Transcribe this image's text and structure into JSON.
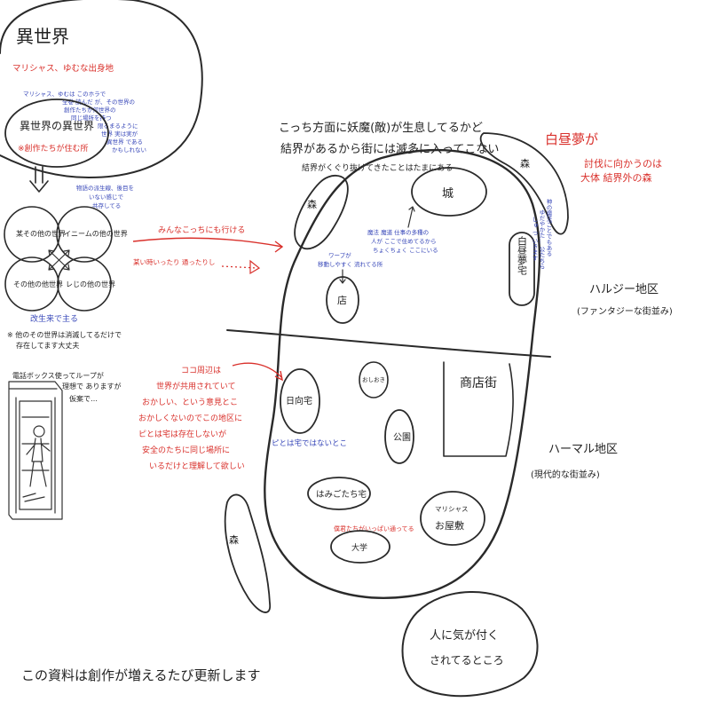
{
  "colors": {
    "ink": "#222222",
    "red": "#d9302b",
    "blue": "#3646b8",
    "paper": "#ffffff"
  },
  "left": {
    "title": "異世界",
    "origin_label": "マリシャス、ゆむな出身地",
    "note_lines": [
      "マリシャス、ゆむは このホラで",
      "全巻 読んだ が、その世界の",
      "創作たちが何世界の",
      "同じ場所を持つ",
      "限るまるように",
      "世界 実は実が",
      "異世界 である",
      "かもしれない"
    ],
    "big_circle_title": "異世界の異世界",
    "big_circle_sub": "※創作たちが住む所",
    "world_note_lines": [
      "物語の派生線、後目を",
      "いない感じで",
      "共存してる"
    ],
    "worlds": [
      "某その他の世界",
      "イニームの他の世界",
      "その他の他世界",
      "レじの他の世界"
    ],
    "derive_label": "改生来で主る",
    "footnote_lines": [
      "※ 他のその世界は消滅してるだけで",
      "存在してます大丈夫"
    ],
    "phonebox_note_lines": [
      "電話ボックス使ってループが",
      "理想で ありますが",
      "仮案で…"
    ]
  },
  "arrows": {
    "everyone_label": "みんなこっちにも行ける",
    "one_way_label": "某い時いったり 通ったりし"
  },
  "map": {
    "top_note_1": "こっち方面に妖魔(敵)が生息してるかど",
    "top_note_2": "結界があるから街には滅多に入ってこない",
    "top_note_3": "結界がくぐり抜けてきたことはたまにある",
    "castle": "城",
    "forest_nw": "森",
    "forest_ne": "森",
    "forest_sw": "森",
    "hakuchumu_title": "白昼夢が",
    "hakuchumu_note_1": "討伐に向かうのは",
    "hakuchumu_note_2": "大体 結界外の森",
    "magic_note_lines": [
      "魔法 魔道 仕事の多種の",
      "人が ここで住めてるから",
      "ちょくちょく ここにいる"
    ],
    "mansion": "白昼夢宅",
    "mansion_note_lines": [
      "神の魔法ごとでもある",
      "ゆだやかた… 公たちら",
      "しゅ つ いきます"
    ],
    "shop_note_lines": [
      "ワープが",
      "移動しやすく 流れてる所"
    ],
    "shop": "店",
    "haruji_label": "ハルジー地区",
    "haruji_sub": "(ファンタジーな街並み)",
    "izumi_note_lines": [
      "ココ周辺は",
      "世界が共用されていて",
      "おかしい、という意見とこ",
      "おかしくないのでこの地区に",
      "ピとは宅は存在しないが",
      "安全のたちに同じ場所に",
      "いるだけと理解して欲しい"
    ],
    "residence": "日向宅",
    "residence_note": "ピとは宅ではないとこ",
    "oshioki": "おしおき",
    "shoten": "商店街",
    "park": "公園",
    "hamigo": "はみごたち宅",
    "hamal_label": "ハーマル地区",
    "hamal_sub": "(現代的な街並み)",
    "school_note": "僕君たちがいっぱい通ってる",
    "school": "大学",
    "marishasu_1": "マリシャス",
    "marishasu_2": "お屋敷",
    "lower_right_1": "人に気が付く",
    "lower_right_2": "されてるところ"
  },
  "footer": "この資料は創作が増えるたび更新します"
}
